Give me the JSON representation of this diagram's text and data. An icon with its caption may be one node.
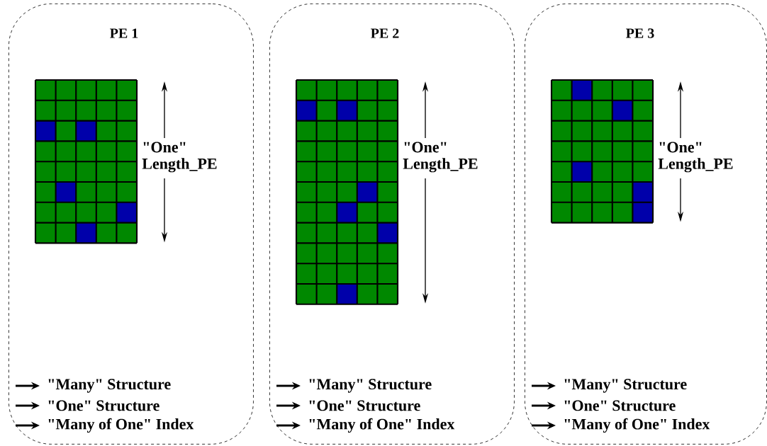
{
  "diagram": {
    "nodes": [
      {
        "text": [
          "PE 1",
          "\"Many\" Structure",
          "\"One\" Structure",
          "\"Many of One\" Index"
        ]
      },
      {
        "text": [
          "PE 2",
          "\"Many\" Structure",
          "\"One\" Structure",
          "\"Many of One\" Index"
        ]
      },
      {
        "text": [
          "PE 3",
          "\"Many\" Structure",
          "\"One\" Structure",
          "\"Many of One\" Index"
        ]
      }
    ],
    "edges": [],
    "labels": [
      "\"One\" Length_PE",
      "\"One\" Length_PE",
      "\"One\" Length_PE"
    ]
  }
}
